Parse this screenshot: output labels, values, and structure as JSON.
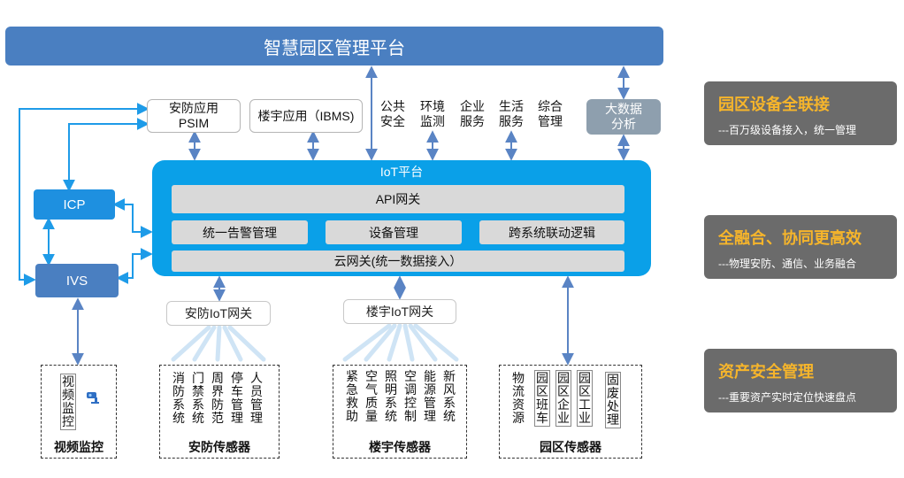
{
  "platform_title": "智慧园区管理平台",
  "apps": {
    "psim": [
      "安防应用",
      "PSIM"
    ],
    "ibms": "楼宇应用（IBMS)",
    "public_safety": [
      "公共",
      "安全"
    ],
    "env_monitor": [
      "环境",
      "监测"
    ],
    "enterprise_service": [
      "企业",
      "服务"
    ],
    "life_service": [
      "生活",
      "服务"
    ],
    "integrated_mgmt": [
      "综合",
      "管理"
    ],
    "big_data": [
      "大数据",
      "分析"
    ]
  },
  "iot": {
    "title": "IoT平台",
    "api_gateway": "API网关",
    "alarm_mgmt": "统一告警管理",
    "device_mgmt": "设备管理",
    "cross_system": "跨系统联动逻辑",
    "cloud_gateway": "云网关(统一数据接入）"
  },
  "side": {
    "icp": "ICP",
    "ivs": "IVS"
  },
  "gateways": {
    "security": "安防IoT网关",
    "building": "楼宇IoT网关"
  },
  "groups": {
    "video": {
      "label": "视频监控",
      "items": [
        "视频监控"
      ]
    },
    "security": {
      "label": "安防传感器",
      "items": [
        "消防系统",
        "门禁系统",
        "周界防范",
        "停车管理",
        "人员管理"
      ]
    },
    "building": {
      "label": "楼宇传感器",
      "items": [
        "紧急救助",
        "空气质量",
        "照明系统",
        "空调控制",
        "能源管理",
        "新风系统"
      ]
    },
    "park": {
      "label": "园区传感器",
      "items": [
        "物流资源",
        "园区班车",
        "园区企业",
        "园区工业",
        "固废处理"
      ]
    }
  },
  "panels": [
    {
      "title": "园区设备全联接",
      "subtitle": "---百万级设备接入，统一管理"
    },
    {
      "title": "全融合、协同更高效",
      "subtitle": "---物理安防、通信、业务融合"
    },
    {
      "title": "资产安全管理",
      "subtitle": "---重要资产实时定位快速盘点"
    }
  ],
  "colors": {
    "platform": "#4a7fc1",
    "iot": "#0aa0e8",
    "side": "#1e90e0",
    "panel": "#6b6b6b",
    "panel_title": "#f6b52b",
    "arrow": "#5a84c4"
  }
}
